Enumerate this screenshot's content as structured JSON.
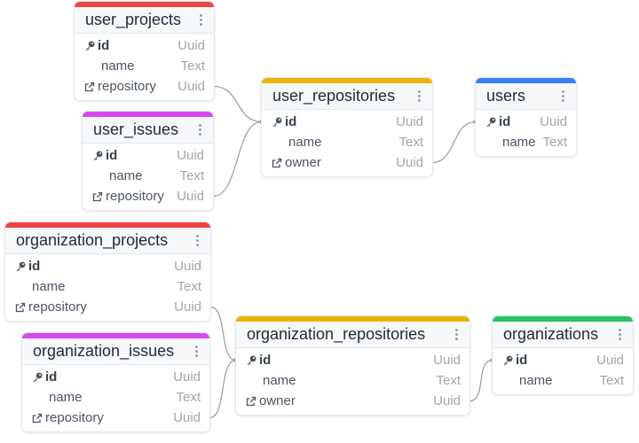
{
  "colors": {
    "red": "#ef4444",
    "magenta": "#d946ef",
    "amber": "#eab308",
    "blue": "#3b82f6",
    "green": "#22c55e",
    "connector": "#9aa3b0"
  },
  "icons": {
    "primary_key": "key-icon",
    "foreign_key": "external-link-icon",
    "menu": "vertical-dots-icon"
  },
  "tables": [
    {
      "id": "user_projects",
      "title": "user_projects",
      "color": "#ef4444",
      "columns": [
        {
          "name": "id",
          "type": "Uuid",
          "kind": "pk"
        },
        {
          "name": "name",
          "type": "Text",
          "kind": "plain"
        },
        {
          "name": "repository",
          "type": "Uuid",
          "kind": "fk"
        }
      ]
    },
    {
      "id": "user_issues",
      "title": "user_issues",
      "color": "#d946ef",
      "columns": [
        {
          "name": "id",
          "type": "Uuid",
          "kind": "pk"
        },
        {
          "name": "name",
          "type": "Text",
          "kind": "plain"
        },
        {
          "name": "repository",
          "type": "Uuid",
          "kind": "fk"
        }
      ]
    },
    {
      "id": "user_repositories",
      "title": "user_repositories",
      "color": "#eab308",
      "columns": [
        {
          "name": "id",
          "type": "Uuid",
          "kind": "pk"
        },
        {
          "name": "name",
          "type": "Text",
          "kind": "plain"
        },
        {
          "name": "owner",
          "type": "Uuid",
          "kind": "fk"
        }
      ]
    },
    {
      "id": "users",
      "title": "users",
      "color": "#3b82f6",
      "columns": [
        {
          "name": "id",
          "type": "Uuid",
          "kind": "pk"
        },
        {
          "name": "name",
          "type": "Text",
          "kind": "plain"
        }
      ]
    },
    {
      "id": "organization_projects",
      "title": "organization_projects",
      "color": "#ef4444",
      "columns": [
        {
          "name": "id",
          "type": "Uuid",
          "kind": "pk"
        },
        {
          "name": "name",
          "type": "Text",
          "kind": "plain"
        },
        {
          "name": "repository",
          "type": "Uuid",
          "kind": "fk"
        }
      ]
    },
    {
      "id": "organization_issues",
      "title": "organization_issues",
      "color": "#d946ef",
      "columns": [
        {
          "name": "id",
          "type": "Uuid",
          "kind": "pk"
        },
        {
          "name": "name",
          "type": "Text",
          "kind": "plain"
        },
        {
          "name": "repository",
          "type": "Uuid",
          "kind": "fk"
        }
      ]
    },
    {
      "id": "organization_repositories",
      "title": "organization_repositories",
      "color": "#eab308",
      "columns": [
        {
          "name": "id",
          "type": "Uuid",
          "kind": "pk"
        },
        {
          "name": "name",
          "type": "Text",
          "kind": "plain"
        },
        {
          "name": "owner",
          "type": "Uuid",
          "kind": "fk"
        }
      ]
    },
    {
      "id": "organizations",
      "title": "organizations",
      "color": "#22c55e",
      "columns": [
        {
          "name": "id",
          "type": "Uuid",
          "kind": "pk"
        },
        {
          "name": "name",
          "type": "Text",
          "kind": "plain"
        }
      ]
    }
  ],
  "relations": [
    {
      "from_table": "user_projects",
      "from_column": "repository",
      "to_table": "user_repositories",
      "to_column": "id"
    },
    {
      "from_table": "user_issues",
      "from_column": "repository",
      "to_table": "user_repositories",
      "to_column": "id"
    },
    {
      "from_table": "user_repositories",
      "from_column": "owner",
      "to_table": "users",
      "to_column": "id"
    },
    {
      "from_table": "organization_projects",
      "from_column": "repository",
      "to_table": "organization_repositories",
      "to_column": "id"
    },
    {
      "from_table": "organization_issues",
      "from_column": "repository",
      "to_table": "organization_repositories",
      "to_column": "id"
    },
    {
      "from_table": "organization_repositories",
      "from_column": "owner",
      "to_table": "organizations",
      "to_column": "id"
    }
  ]
}
